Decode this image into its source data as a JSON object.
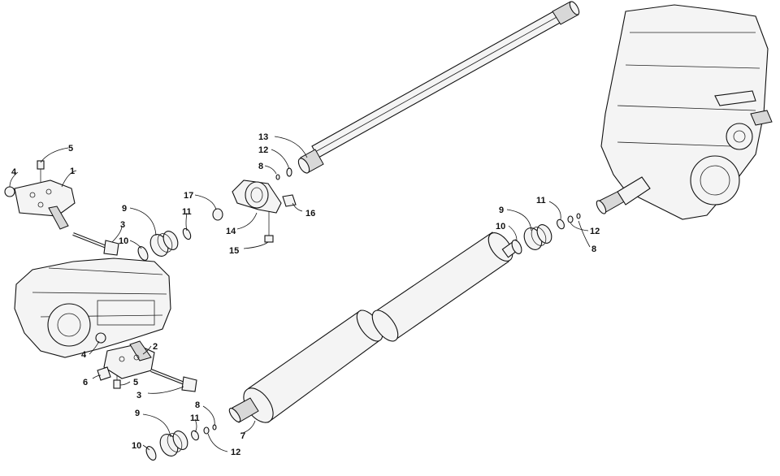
{
  "callouts": [
    {
      "id": "c1",
      "text": "1"
    },
    {
      "id": "c2",
      "text": "2"
    },
    {
      "id": "c3a",
      "text": "3"
    },
    {
      "id": "c3b",
      "text": "3"
    },
    {
      "id": "c4a",
      "text": "4"
    },
    {
      "id": "c4b",
      "text": "4"
    },
    {
      "id": "c5a",
      "text": "5"
    },
    {
      "id": "c5b",
      "text": "5"
    },
    {
      "id": "c6",
      "text": "6"
    },
    {
      "id": "c7",
      "text": "7"
    },
    {
      "id": "c8a",
      "text": "8"
    },
    {
      "id": "c8b",
      "text": "8"
    },
    {
      "id": "c8c",
      "text": "8"
    },
    {
      "id": "c9a",
      "text": "9"
    },
    {
      "id": "c9b",
      "text": "9"
    },
    {
      "id": "c9c",
      "text": "9"
    },
    {
      "id": "c10a",
      "text": "10"
    },
    {
      "id": "c10b",
      "text": "10"
    },
    {
      "id": "c10c",
      "text": "10"
    },
    {
      "id": "c11a",
      "text": "11"
    },
    {
      "id": "c11b",
      "text": "11"
    },
    {
      "id": "c11c",
      "text": "11"
    },
    {
      "id": "c12a",
      "text": "12"
    },
    {
      "id": "c12b",
      "text": "12"
    },
    {
      "id": "c12c",
      "text": "12"
    },
    {
      "id": "c13",
      "text": "13"
    },
    {
      "id": "c14",
      "text": "14"
    },
    {
      "id": "c15",
      "text": "15"
    },
    {
      "id": "c16",
      "text": "16"
    },
    {
      "id": "c17",
      "text": "17"
    }
  ]
}
